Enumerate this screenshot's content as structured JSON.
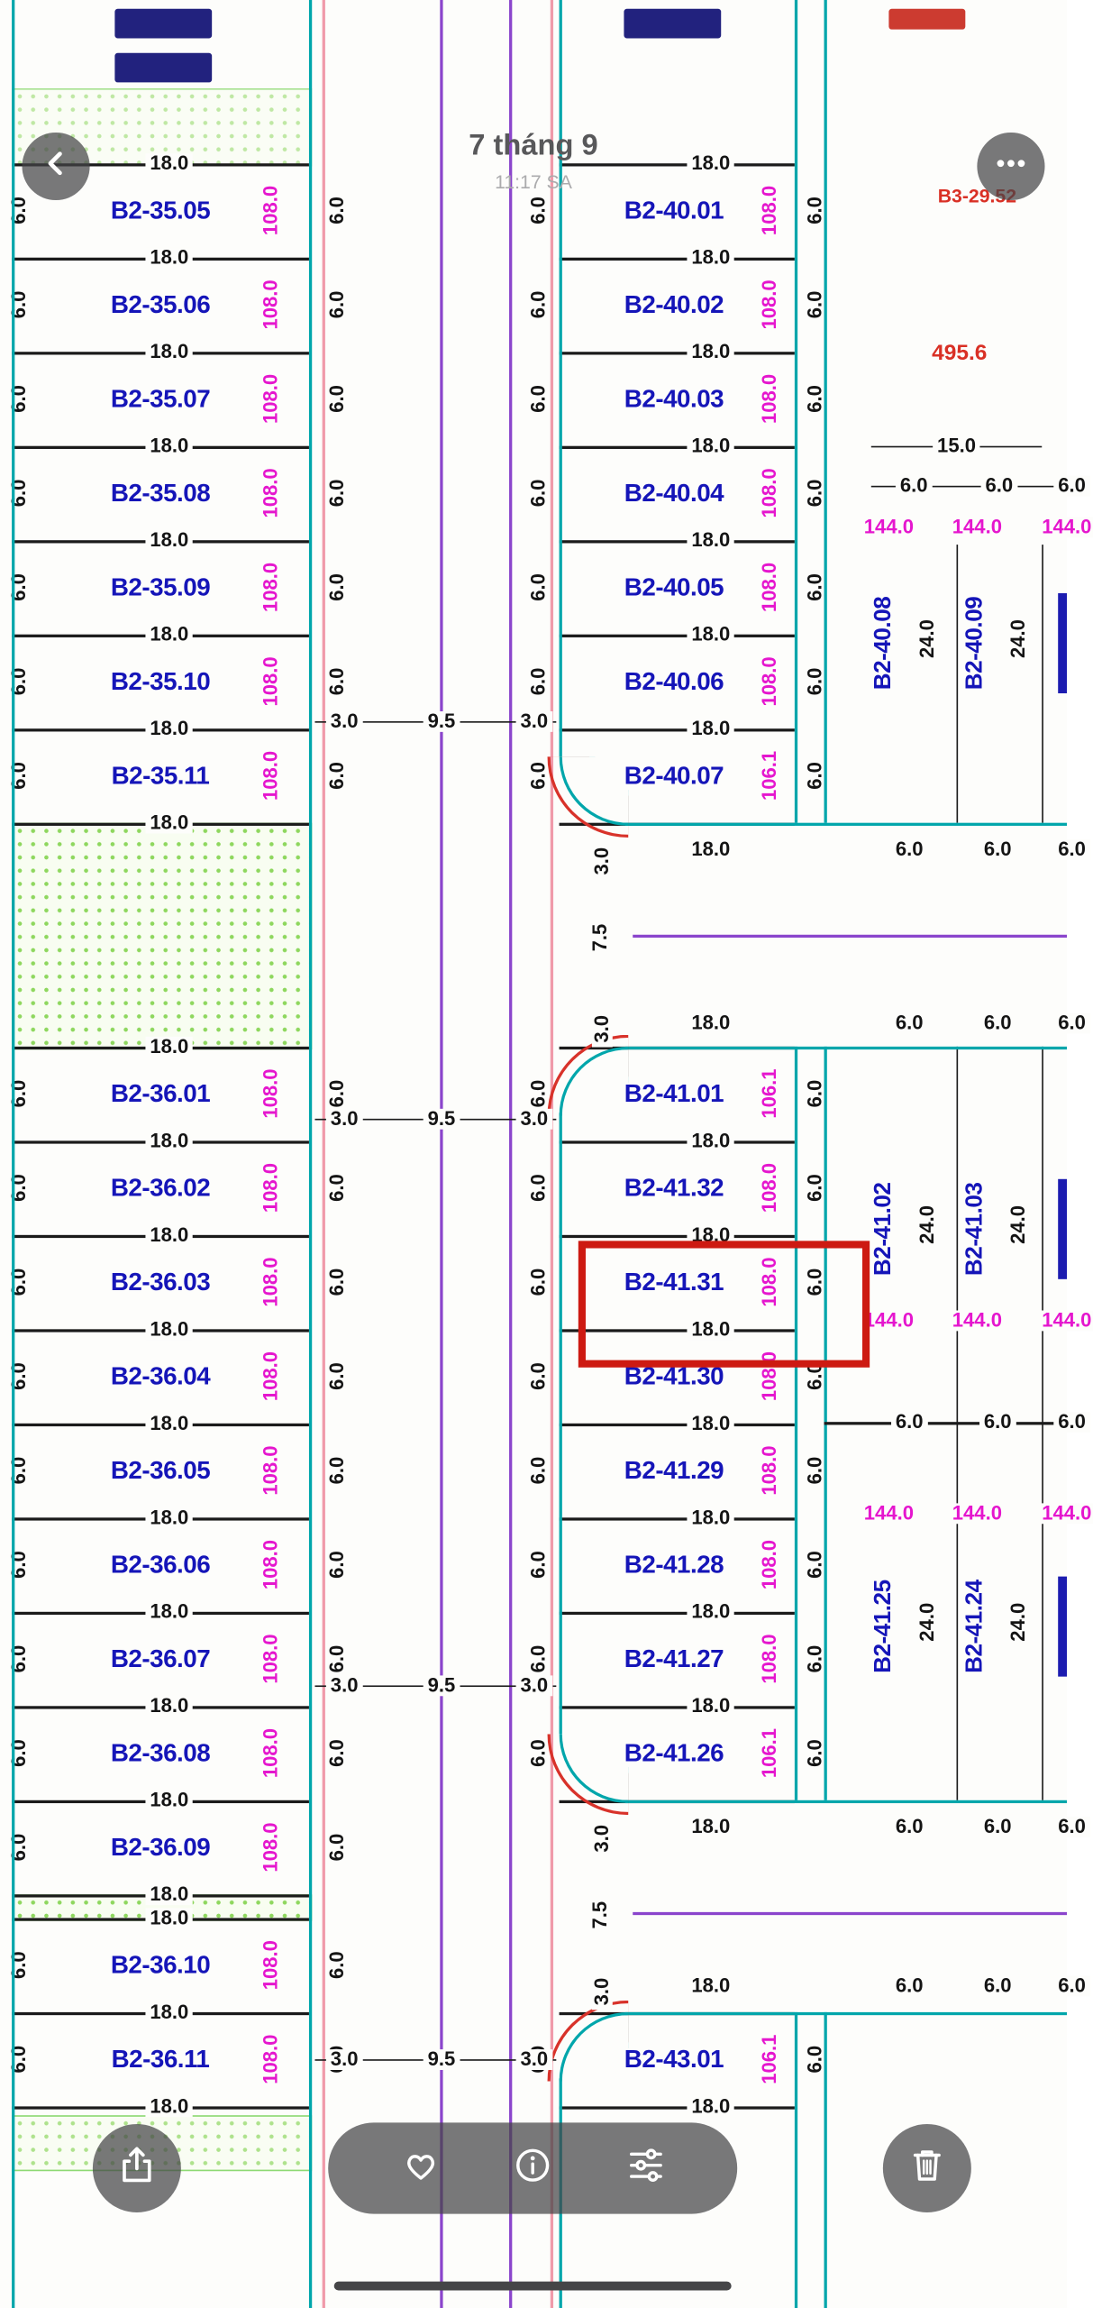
{
  "header": {
    "title": "7 tháng 9",
    "time": "11:17 SA"
  },
  "map": {
    "dim": {
      "w": "18.0",
      "d": "6.0",
      "road_side": "3.0",
      "road_mid": "9.5",
      "road_half": "7.5",
      "block_w": "15.0",
      "block_d": "24.0"
    },
    "areas": {
      "std": "108.0",
      "corner": "106.1",
      "block": "144.0"
    },
    "left_a": [
      "B2-35.05",
      "B2-35.06",
      "B2-35.07",
      "B2-35.08",
      "B2-35.09",
      "B2-35.10",
      "B2-35.11"
    ],
    "left_b": [
      "B2-36.01",
      "B2-36.02",
      "B2-36.03",
      "B2-36.04",
      "B2-36.05",
      "B2-36.06",
      "B2-36.07",
      "B2-36.08",
      "B2-36.09"
    ],
    "left_c": [
      "B2-36.10",
      "B2-36.11"
    ],
    "right_a": [
      {
        "id": "B2-40.01",
        "area": "108.0"
      },
      {
        "id": "B2-40.02",
        "area": "108.0"
      },
      {
        "id": "B2-40.03",
        "area": "108.0"
      },
      {
        "id": "B2-40.04",
        "area": "108.0"
      },
      {
        "id": "B2-40.05",
        "area": "108.0"
      },
      {
        "id": "B2-40.06",
        "area": "108.0"
      },
      {
        "id": "B2-40.07",
        "area": "106.1"
      }
    ],
    "right_b": [
      {
        "id": "B2-41.01",
        "area": "106.1"
      },
      {
        "id": "B2-41.32",
        "area": "108.0"
      },
      {
        "id": "B2-41.31",
        "area": "108.0",
        "highlight": true
      },
      {
        "id": "B2-41.30",
        "area": "108.0"
      },
      {
        "id": "B2-41.29",
        "area": "108.0"
      },
      {
        "id": "B2-41.28",
        "area": "108.0"
      },
      {
        "id": "B2-41.27",
        "area": "108.0"
      },
      {
        "id": "B2-41.26",
        "area": "106.1"
      }
    ],
    "right_c": [
      {
        "id": "B2-43.01",
        "area": "106.1"
      }
    ],
    "east_top": {
      "total_area": "495.6",
      "width": "15.0",
      "sub": [
        "6.0",
        "6.0",
        "6.0"
      ],
      "areas": [
        "144.0",
        "144.0",
        "144.0"
      ],
      "plots": [
        {
          "id": "B2-40.08",
          "depth": "24.0"
        },
        {
          "id": "B2-40.09",
          "depth": "24.0"
        }
      ]
    },
    "east_mid": {
      "upper": {
        "plots": [
          {
            "id": "B2-41.02",
            "depth": "24.0"
          },
          {
            "id": "B2-41.03",
            "depth": "24.0"
          }
        ],
        "areas": [
          "144.0",
          "144.0",
          "144.0"
        ]
      },
      "mid_dims": [
        "6.0",
        "6.0",
        "6.0"
      ],
      "lower": {
        "plots": [
          {
            "id": "B2-41.25",
            "depth": "24.0"
          },
          {
            "id": "B2-41.24",
            "depth": "24.0"
          }
        ],
        "areas": [
          "144.0",
          "144.0",
          "144.0"
        ]
      }
    },
    "east_edge": {
      "w": "18.0",
      "subs": [
        "6.0",
        "6.0",
        "6.0"
      ]
    },
    "corner_label": "B3-29.52",
    "highlight_plot": "B2-41.31"
  }
}
